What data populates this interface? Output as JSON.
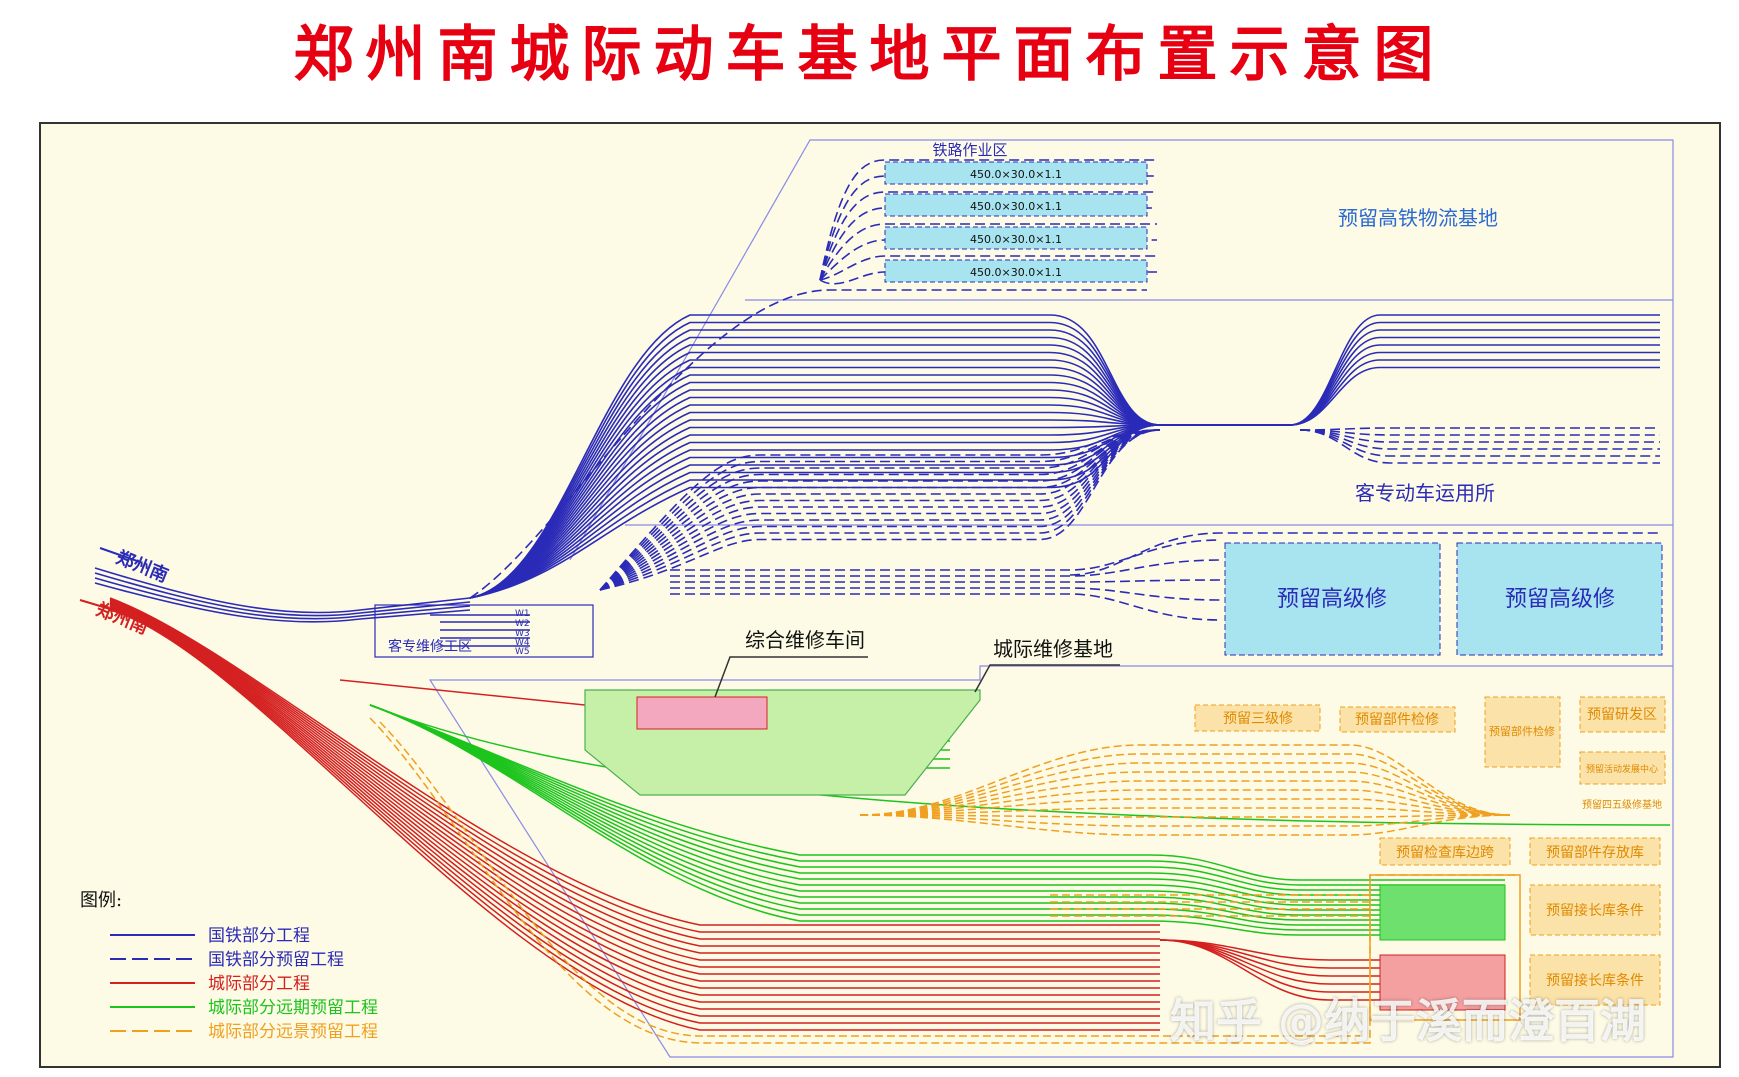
{
  "title": "郑州南城际动车基地平面布置示意图",
  "labels": {
    "railway_work_area": "铁路作业区",
    "hsr_logistics_base": "预留高铁物流基地",
    "passenger_emu_depot": "客专动车运用所",
    "advanced_repair_1": "预留高级修",
    "advanced_repair_2": "预留高级修",
    "comprehensive_repair_workshop": "综合维修车间",
    "intercity_maintenance_base": "城际维修基地",
    "passenger_maintenance_area": "客专维修工区",
    "zhengzhou_south_upper": "郑州南",
    "zhengzhou_south_lower": "郑州南",
    "level3_repair": "预留三级修",
    "component_repair": "预留部件检修",
    "component_maintenance": "预留部件检修",
    "rnd_area": "预留研发区",
    "activity_center": "预留活动发展中心",
    "level4_5_base": "预留四五级修基地",
    "inspection_track": "预留检查库边跨",
    "component_storage": "预留部件存放库",
    "extension_condition_1": "预留接长库条件",
    "extension_condition_2": "预留接长库条件"
  },
  "platforms": [
    "450.0×30.0×1.1",
    "450.0×30.0×1.1",
    "450.0×30.0×1.1",
    "450.0×30.0×1.1"
  ],
  "w_tracks": [
    "W1",
    "W2",
    "W3",
    "W4",
    "W5"
  ],
  "legend": {
    "heading": "图例:",
    "items": [
      {
        "label": "国铁部分工程",
        "color": "#2b2bb8",
        "dash": false
      },
      {
        "label": "国铁部分预留工程",
        "color": "#2b2bb8",
        "dash": true
      },
      {
        "label": "城际部分工程",
        "color": "#d42020",
        "dash": false
      },
      {
        "label": "城际部分远期预留工程",
        "color": "#1cc41c",
        "dash": false
      },
      {
        "label": "城际部分远景预留工程",
        "color": "#f0a020",
        "dash": true
      }
    ]
  },
  "watermark": "知乎 @纳于溪而澄百湖",
  "colors": {
    "title": "#e60012",
    "national": "#2b2bb8",
    "intercity": "#d42020",
    "future_green": "#1cc41c",
    "vision_orange": "#f0a020",
    "reserve_fill": "#a8e4f0",
    "base_fill": "#c6f0a8",
    "background": "#fdfbe6"
  }
}
